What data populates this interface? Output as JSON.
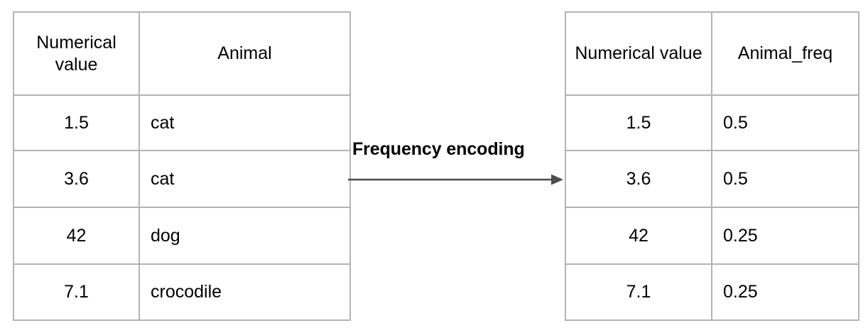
{
  "diagram": {
    "title": "Frequency encoding",
    "arrow": {
      "label": "Frequency encoding",
      "direction": "left-to-right",
      "color": "#4d4d4d"
    },
    "border_color": "#b3b3b3",
    "text_color": "#000000",
    "background_color": "#ffffff"
  },
  "source_table": {
    "name": "source-table",
    "headers": [
      "Numerical value",
      "Animal"
    ],
    "rows": [
      {
        "numerical_value": "1.5",
        "animal": "cat"
      },
      {
        "numerical_value": "3.6",
        "animal": "cat"
      },
      {
        "numerical_value": "42",
        "animal": "dog"
      },
      {
        "numerical_value": "7.1",
        "animal": "crocodile"
      }
    ]
  },
  "encoded_table": {
    "name": "encoded-table",
    "headers": [
      "Numerical value",
      "Animal_freq"
    ],
    "rows": [
      {
        "numerical_value": "1.5",
        "animal_freq": "0.5"
      },
      {
        "numerical_value": "3.6",
        "animal_freq": "0.5"
      },
      {
        "numerical_value": "42",
        "animal_freq": "0.25"
      },
      {
        "numerical_value": "7.1",
        "animal_freq": "0.25"
      }
    ]
  }
}
